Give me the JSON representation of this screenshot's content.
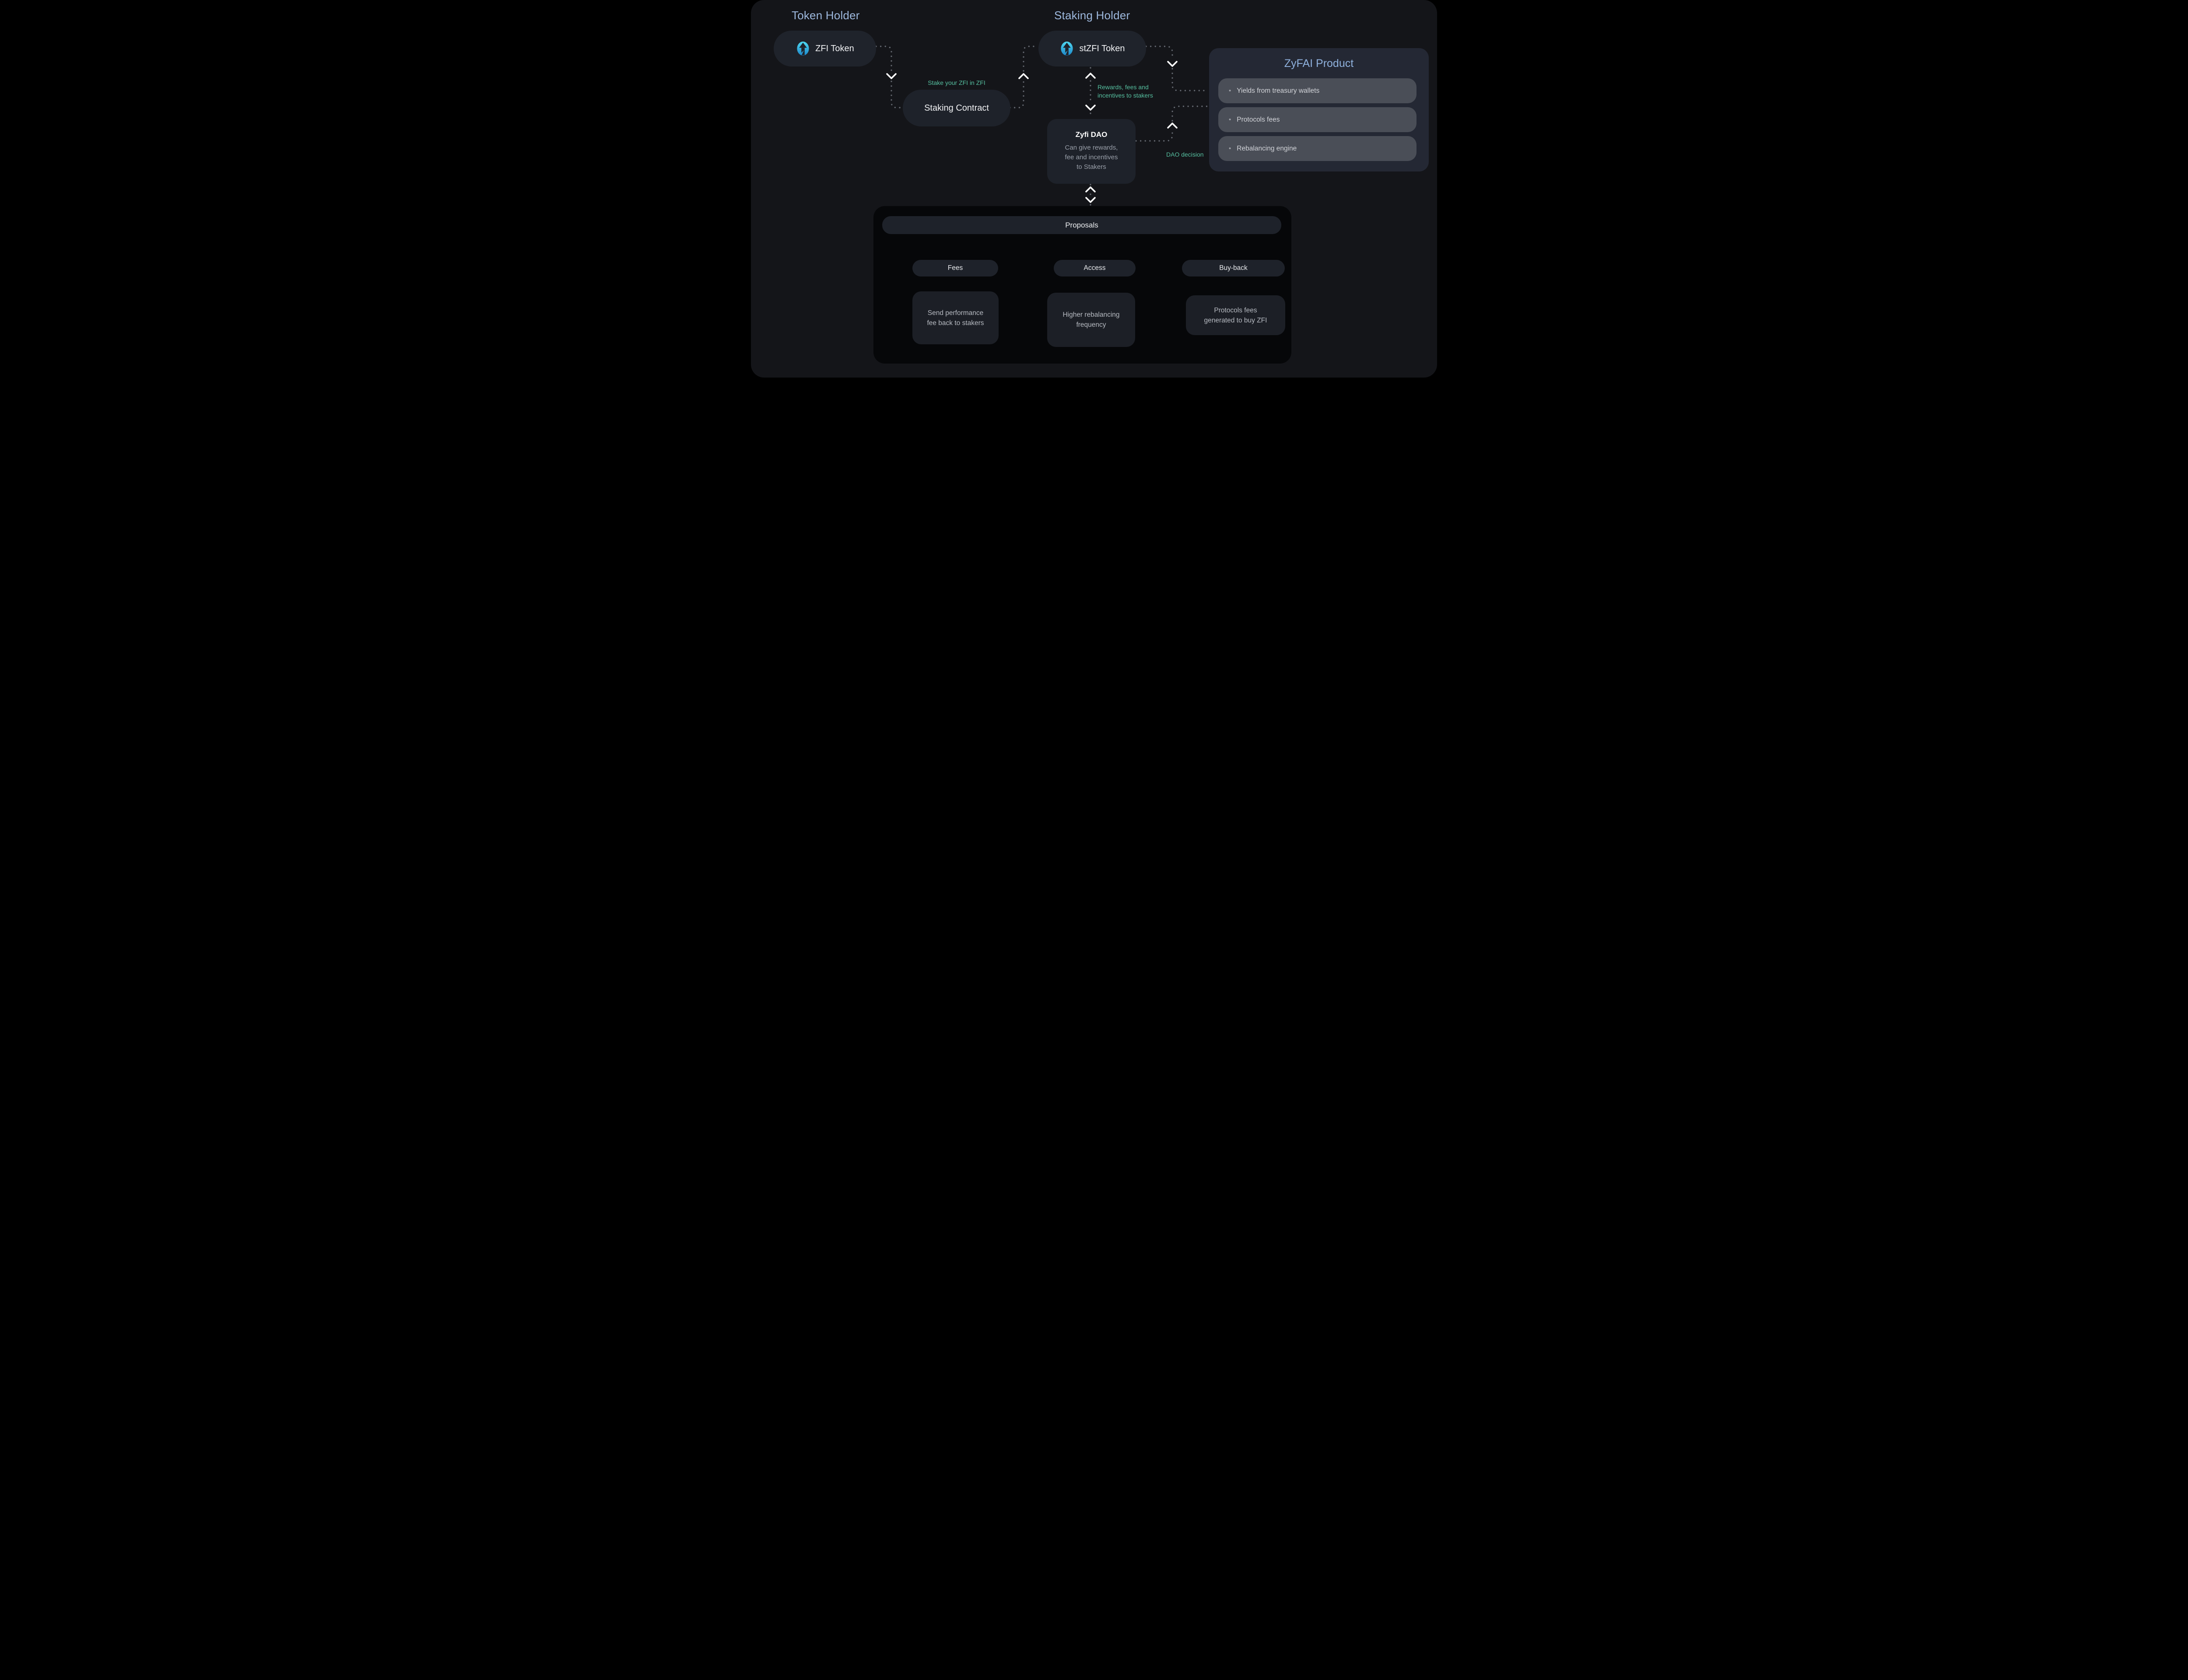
{
  "colors": {
    "accent_green": "#56c0a0",
    "heading_blue": "#9db8dd",
    "logo_cyan": "#4fd9f2",
    "logo_blue": "#1d87c9",
    "canvas_bg": "#141519"
  },
  "headings": {
    "token_holder": "Token Holder",
    "staking_holder": "Staking Holder"
  },
  "nodes": {
    "zfi_token": {
      "label": "ZFI Token",
      "icon": "zyfi-logo-icon"
    },
    "stzfi_token": {
      "label": "stZFI Token",
      "icon": "zyfi-logo-icon"
    },
    "staking_contract": {
      "label": "Staking Contract"
    },
    "zyfi_dao": {
      "title": "Zyfi DAO",
      "line1": "Can give rewards,",
      "line2": "fee and incentives",
      "line3": "to Stakers"
    }
  },
  "edge_labels": {
    "stake": "Stake your ZFI in ZFI",
    "rewards_line1": "Rewards, fees and",
    "rewards_line2": "incentives to stakers",
    "dao_decision": "DAO decision"
  },
  "product": {
    "title": "ZyFAI Product",
    "bullet": "•",
    "items": [
      {
        "text": "Yields from treasury wallets"
      },
      {
        "text": "Protocols fees"
      },
      {
        "text": "Rebalancing engine"
      }
    ]
  },
  "governance": {
    "proposals_label": "Proposals",
    "options": [
      {
        "label": "Fees",
        "desc_line1": "Send performance",
        "desc_line2": "fee back to stakers"
      },
      {
        "label": "Access",
        "desc_line1": "Higher rebalancing",
        "desc_line2": "frequency"
      },
      {
        "label": "Buy-back",
        "desc_line1": "Protocols fees",
        "desc_line2": "generated to buy ZFI"
      }
    ]
  }
}
